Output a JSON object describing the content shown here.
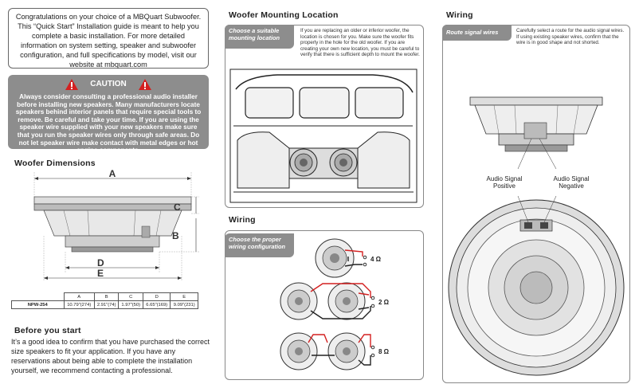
{
  "intro": {
    "text": "Congratulations on your choice of a MBQuart Subwoofer. This “Quick Start” Installation guide is meant to help you complete a basic installation. For more detailed information on system setting, speaker and subwoofer configuration, and full specifications by model, visit our website at mbquart.com"
  },
  "caution": {
    "title": "CAUTION",
    "text": "Always consider consulting a professional audio installer before installing new speakers. Many manufacturers locate speakers behind interior panels that require special tools to remove. Be careful and take your time. If you are using the speaker wire supplied with your new speakers make sure that you run the speaker wires only through safe areas. Do not let speaker wire make contact with metal edges or hot engine components."
  },
  "dimensions": {
    "heading": "Woofer Dimensions",
    "labels": {
      "a": "A",
      "b": "B",
      "c": "C",
      "d": "D",
      "e": "E"
    },
    "table": {
      "headers": [
        "",
        "A",
        "B",
        "C",
        "D",
        "E"
      ],
      "rows": [
        [
          "NPW-254",
          "10.79\"(274)",
          "2.91\"(74)",
          "1.97\"(50)",
          "6.65\"(169)",
          "9.09\"(231)"
        ]
      ]
    }
  },
  "before": {
    "heading": "Before you start",
    "text": "It’s a good idea to confirm that you have purchased the correct size speakers to fit your application. If you have any reservations about being able to complete the installation yourself, we recommend contacting a professional."
  },
  "mounting": {
    "heading": "Woofer Mounting Location",
    "tag": "Choose a suitable mounting location",
    "text": "If you are replacing an older or inferior woofer, the location is chosen for you. Make sure the woofer fits properly in the hole for the old woofer. If you are creating your own new location, you must be careful to verify that there is sufficient depth to mount the woofer."
  },
  "wiring_config": {
    "heading": "Wiring",
    "tag": "Choose the proper wiring configuration",
    "ohms": [
      "4 Ω",
      "2 Ω",
      "8 Ω"
    ]
  },
  "wiring_route": {
    "heading": "Wiring",
    "tag": "Route signal wires",
    "text": "Carefully select a route for the audio signal wires. If using existing speaker wires, confirm that the wire is in good shape and not shorted.",
    "positive_label": "Audio Signal Positive",
    "negative_label": "Audio Signal Negative"
  },
  "colors": {
    "tag_gray": "#8d8d8d",
    "wire_red": "#d42020",
    "wire_black": "#222222"
  }
}
